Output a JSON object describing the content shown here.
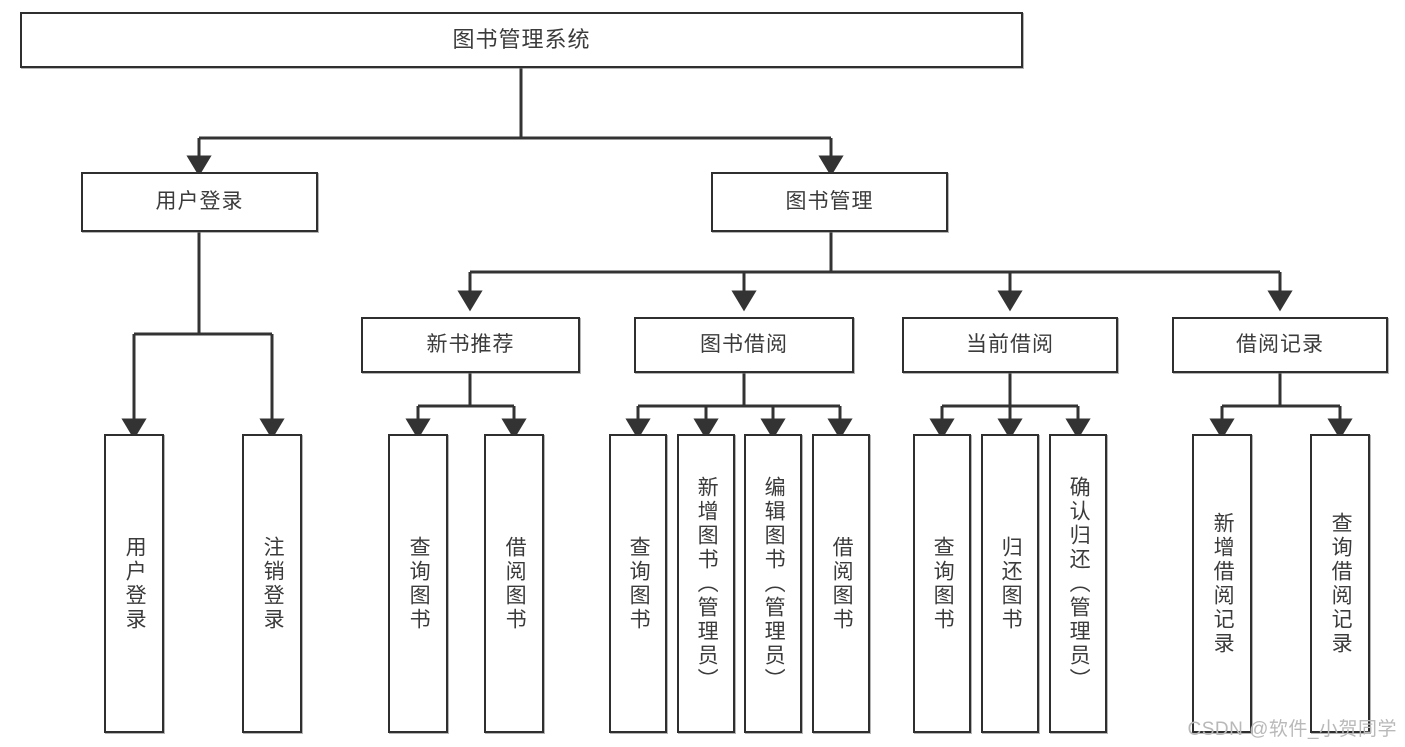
{
  "diagram": {
    "type": "tree",
    "title": "图书管理系统",
    "watermark": "CSDN @软件_小贺同学",
    "colors": {
      "box_border": "#2f2f2f",
      "box_fill": "#ffffff",
      "text": "#3b3b3b",
      "connector": "#333333",
      "watermark": "#b9b9b9"
    },
    "root": {
      "label": "图书管理系统"
    },
    "level2": [
      {
        "label": "用户登录"
      },
      {
        "label": "图书管理"
      }
    ],
    "level3": [
      {
        "label": "新书推荐"
      },
      {
        "label": "图书借阅"
      },
      {
        "label": "当前借阅"
      },
      {
        "label": "借阅记录"
      }
    ],
    "leaves": {
      "user_login": [
        {
          "label": "用户登录"
        },
        {
          "label": "注销登录"
        }
      ],
      "new_book": [
        {
          "label": "查询图书"
        },
        {
          "label": "借阅图书"
        }
      ],
      "book_borrow": [
        {
          "label": "查询图书"
        },
        {
          "label": "新增图书（管理员）"
        },
        {
          "label": "编辑图书（管理员）"
        },
        {
          "label": "借阅图书"
        }
      ],
      "current_borrow": [
        {
          "label": "查询图书"
        },
        {
          "label": "归还图书"
        },
        {
          "label": "确认归还（管理员）"
        }
      ],
      "borrow_record": [
        {
          "label": "新增借阅记录"
        },
        {
          "label": "查询借阅记录"
        }
      ]
    }
  }
}
